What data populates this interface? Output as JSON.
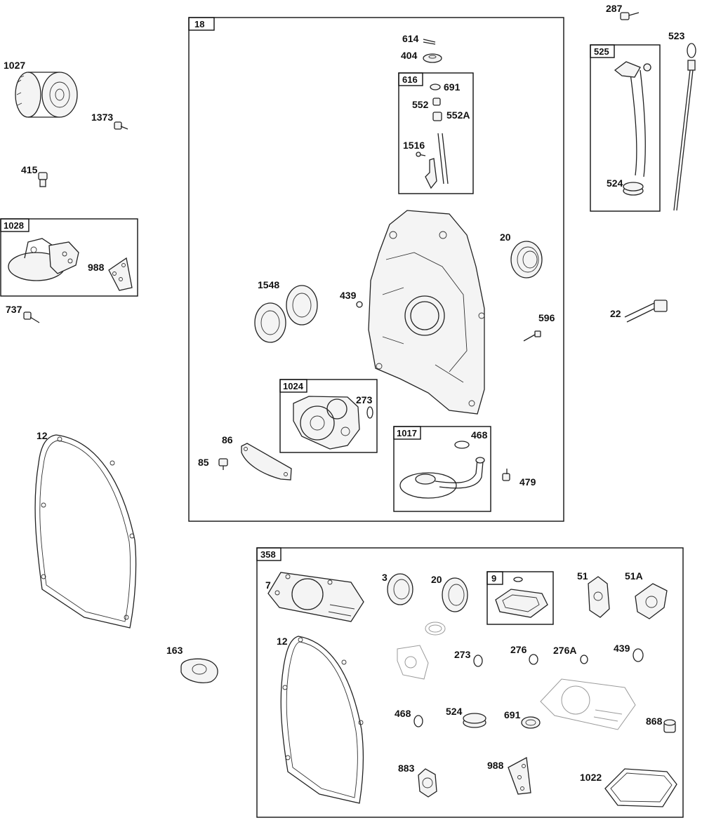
{
  "groups": {
    "g18": "18",
    "g616": "616",
    "g525": "525",
    "g1028": "1028",
    "g1024": "1024",
    "g1017": "1017",
    "g358": "358",
    "g9": "9"
  },
  "labels": {
    "p287": "287",
    "p523": "523",
    "p1027": "1027",
    "p1373": "1373",
    "p415": "415",
    "p988a": "988",
    "p737": "737",
    "p614": "614",
    "p404": "404",
    "p691a": "691",
    "p552": "552",
    "p552A": "552A",
    "p1516": "1516",
    "p524a": "524",
    "p20a": "20",
    "p1548": "1548",
    "p439a": "439",
    "p596": "596",
    "p22": "22",
    "p273a": "273",
    "p12a": "12",
    "p86": "86",
    "p85": "85",
    "p468a": "468",
    "p479": "479",
    "p163": "163",
    "p7": "7",
    "p3": "3",
    "p20b": "20",
    "p51": "51",
    "p51A": "51A",
    "p12b": "12",
    "p273b": "273",
    "p276": "276",
    "p276A": "276A",
    "p439b": "439",
    "p468b": "468",
    "p524b": "524",
    "p691b": "691",
    "p868": "868",
    "p883": "883",
    "p988b": "988",
    "p1022": "1022"
  }
}
